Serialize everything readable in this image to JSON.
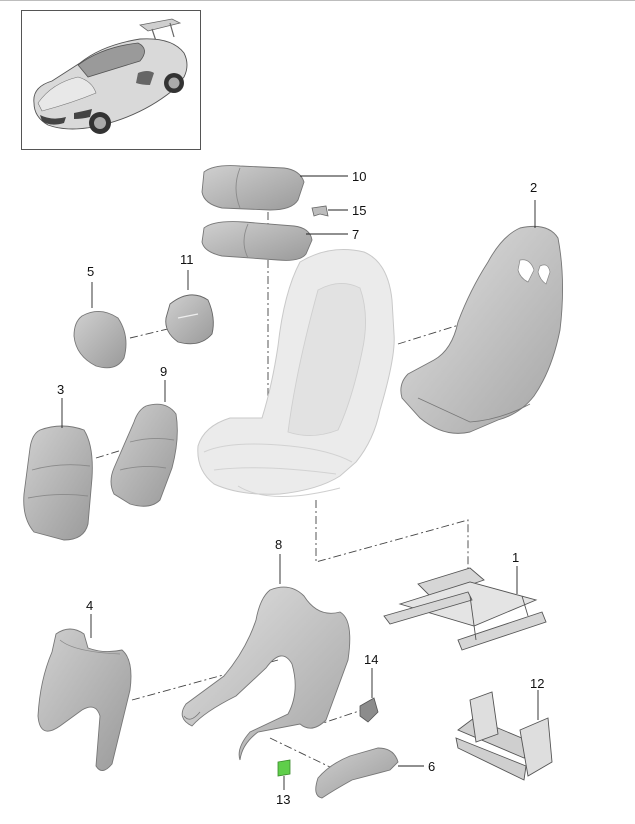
{
  "diagram": {
    "callouts": [
      {
        "id": "1",
        "text": "1"
      },
      {
        "id": "2",
        "text": "2"
      },
      {
        "id": "3",
        "text": "3"
      },
      {
        "id": "4",
        "text": "4"
      },
      {
        "id": "5",
        "text": "5"
      },
      {
        "id": "6",
        "text": "6"
      },
      {
        "id": "7",
        "text": "7"
      },
      {
        "id": "8",
        "text": "8"
      },
      {
        "id": "9",
        "text": "9"
      },
      {
        "id": "10",
        "text": "10"
      },
      {
        "id": "11",
        "text": "11"
      },
      {
        "id": "12",
        "text": "12"
      },
      {
        "id": "13",
        "text": "13"
      },
      {
        "id": "14",
        "text": "14"
      },
      {
        "id": "15",
        "text": "15"
      }
    ],
    "colors": {
      "part_fill": "#bcbcbc",
      "part_dark": "#8f8f8f",
      "seat_fill": "#e6e6e6",
      "highlight": "#5fce4a",
      "leader": "#222222"
    }
  }
}
